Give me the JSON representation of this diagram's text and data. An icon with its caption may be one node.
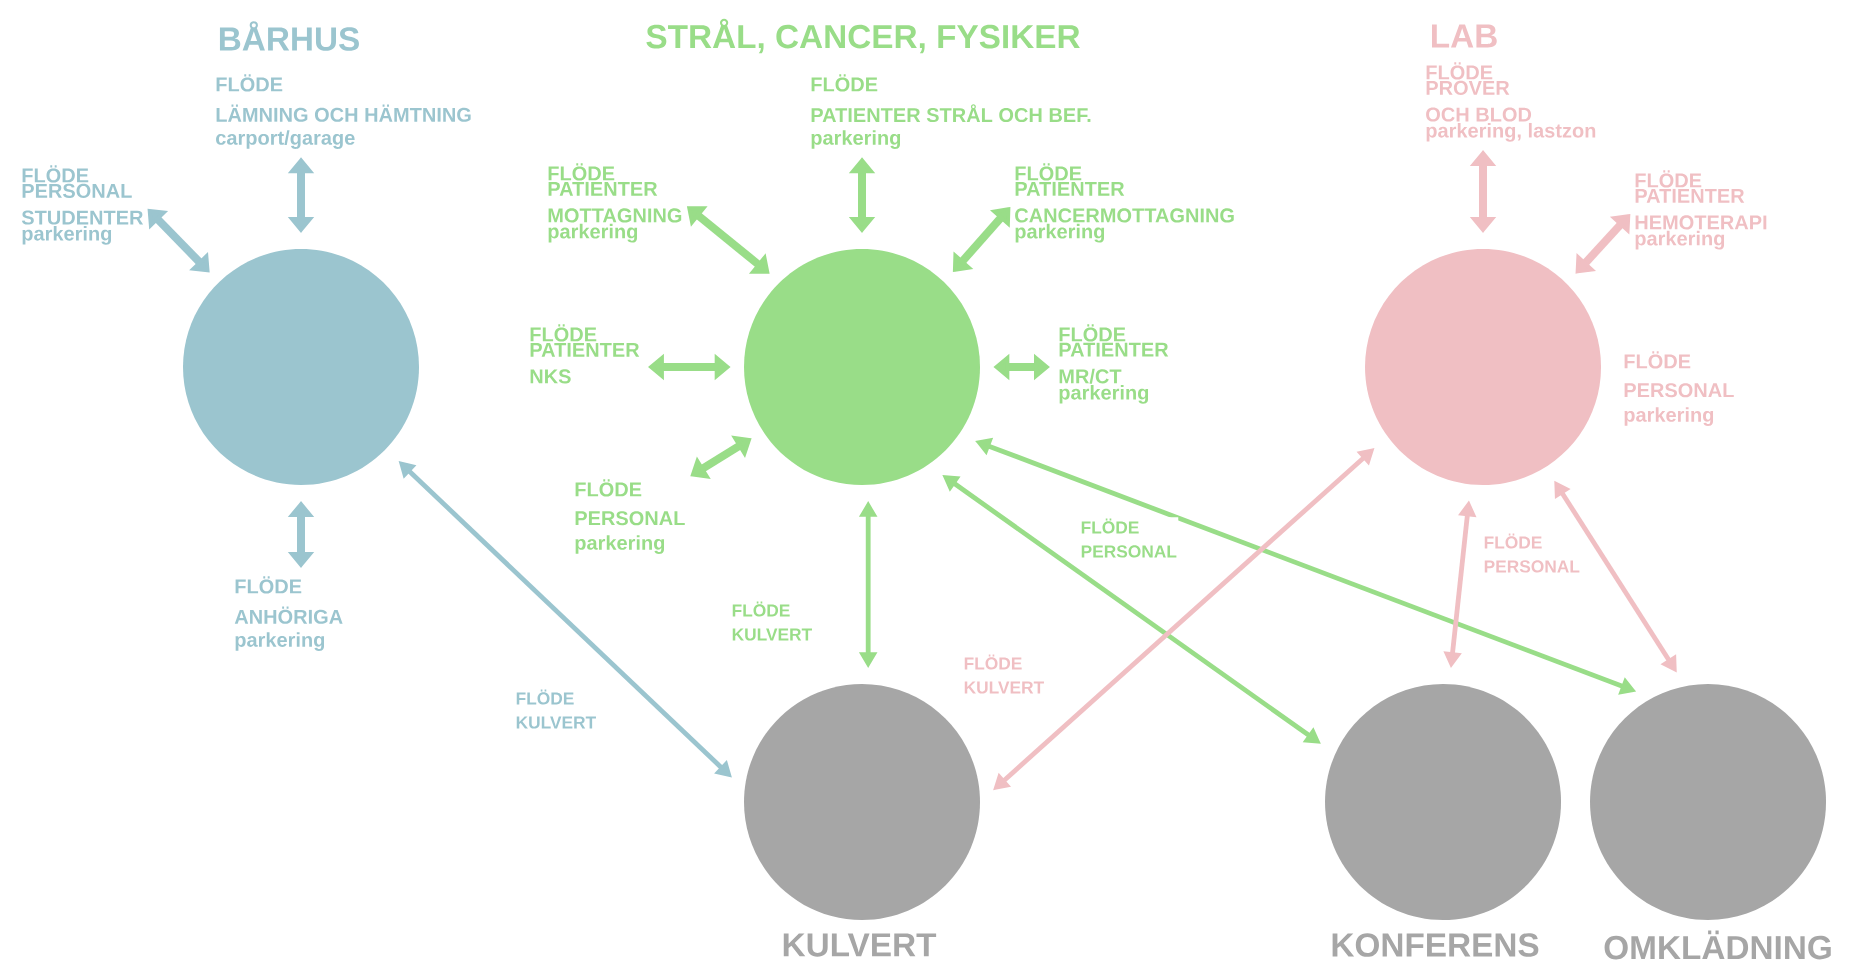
{
  "diagram": {
    "nodes": [
      {
        "text": [],
        "shape": "circle"
      },
      {
        "text": [
          "FLÖDE",
          "LÄMNING OCH HÄMTNING",
          "carport/garage"
        ]
      },
      {
        "text": [
          "FLÖDE",
          "PERSONAL STUDENTER",
          "parkering"
        ]
      },
      {
        "text": [
          "FLÖDE",
          "ANHÖRIGA",
          "parkering"
        ]
      },
      {
        "text": [],
        "shape": "circle"
      },
      {
        "text": [
          "FLÖDE",
          "PATIENTER STRÅL OCH BEF.",
          "parkering"
        ]
      },
      {
        "text": [
          "FLÖDE",
          "PATIENTER MOTTAGNING",
          "parkering"
        ]
      },
      {
        "text": [
          "FLÖDE",
          "PATIENTER CANCERMOTTAGNING",
          "parkering"
        ]
      },
      {
        "text": [
          "FLÖDE",
          "PATIENTER NKS"
        ]
      },
      {
        "text": [
          "FLÖDE",
          "PATIENTER MR/CT",
          "parkering"
        ]
      },
      {
        "text": [
          "FLÖDE",
          "PERSONAL",
          "parkering"
        ]
      },
      {
        "text": [],
        "shape": "circle",
        "beside": [
          "FLÖDE",
          "PERSONAL",
          "parkering"
        ]
      },
      {
        "text": [
          "FLÖDE",
          "PROVER OCH BLOD",
          "parkering, lastzon"
        ]
      },
      {
        "text": [
          "FLÖDE",
          "PATIENTER HEMOTERAPI",
          "parkering"
        ]
      },
      {
        "text": [
          "KULVERT"
        ]
      },
      {
        "text": [
          "KONFERENS"
        ]
      },
      {
        "text": [
          "OMKLÄDNING"
        ]
      }
    ],
    "edges": [
      {
        "from": 1,
        "to": 0,
        "arrow": "both",
        "color": "#9bc5cf"
      },
      {
        "from": 2,
        "to": 0,
        "arrow": "both",
        "color": "#9bc5cf"
      },
      {
        "from": 3,
        "to": 0,
        "arrow": "both",
        "color": "#9bc5cf"
      },
      {
        "from": 5,
        "to": 4,
        "arrow": "both"
      },
      {
        "from": 6,
        "to": 4,
        "arrow": "both"
      },
      {
        "from": 7,
        "to": 4,
        "arrow": "both"
      },
      {
        "from": 8,
        "to": 4,
        "arrow": "both"
      },
      {
        "from": 9,
        "to": 4,
        "arrow": "both"
      },
      {
        "from": 10,
        "to": 4,
        "arrow": "both"
      },
      {
        "from": 12,
        "to": 11,
        "arrow": "both",
        "color": "#f0bfc3"
      },
      {
        "from": 13,
        "to": 11,
        "arrow": "both",
        "color": "#f0bfc3"
      },
      {
        "from": 0,
        "to": 14,
        "arrow": "both",
        "label": "FLÖDE KULVERT",
        "color": "#9bc5cf"
      },
      {
        "from": 4,
        "to": 14,
        "arrow": "both",
        "label": "FLÖDE KULVERT"
      },
      {
        "from": 4,
        "to": 15,
        "arrow": "both",
        "label": "FLÖDE PERSONAL"
      },
      {
        "from": 4,
        "to": 16,
        "arrow": "both"
      },
      {
        "from": 11,
        "to": 14,
        "arrow": "both",
        "label": "FLÖDE KULVERT",
        "color": "#f0bfc3"
      },
      {
        "from": 11,
        "to": 15,
        "arrow": "both",
        "label": "FLÖDE PERSONAL",
        "color": "#f0bfc3"
      },
      {
        "from": 11,
        "to": 16,
        "arrow": "both",
        "color": "#f0bfc3"
      }
    ],
    "labels": [
      "BÅRHUS",
      "STRÅL, CANCER, FYSIKER",
      "LAB"
    ]
  }
}
